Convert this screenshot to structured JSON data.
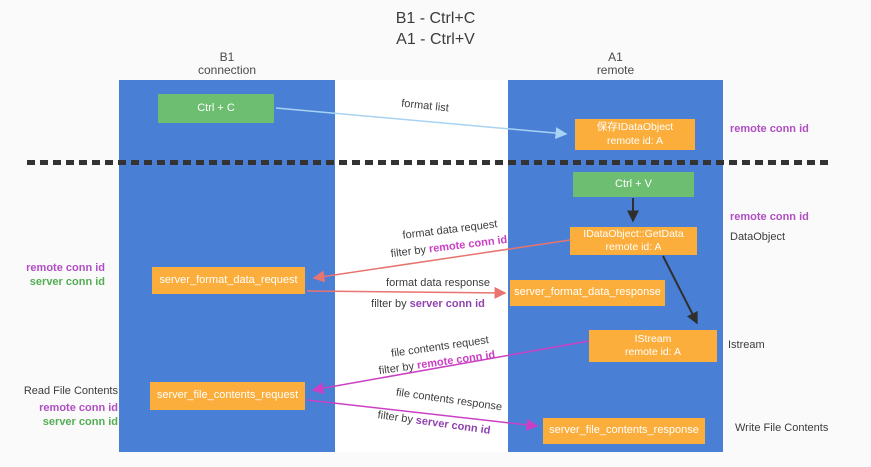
{
  "title": {
    "line1": "B1 - Ctrl+C",
    "line2": "A1 - Ctrl+V"
  },
  "lanes": {
    "left": {
      "label_line1": "B1",
      "label_line2": "connection"
    },
    "right": {
      "label_line1": "A1",
      "label_line2": "remote"
    }
  },
  "boxes": {
    "ctrl_c": {
      "label": "Ctrl + C"
    },
    "save_dataobject": {
      "line1": "保存IDataObject",
      "line2": "remote id: A"
    },
    "ctrl_v": {
      "label": "Ctrl + V"
    },
    "getdata": {
      "line1": "IDataObject::GetData",
      "line2": "remote id: A"
    },
    "server_format_data_request": {
      "label": "server_format_data_request"
    },
    "server_format_data_response": {
      "label": "server_format_data_response"
    },
    "istream": {
      "line1": "IStream",
      "line2": "remote id: A"
    },
    "server_file_contents_request": {
      "label": "server_file_contents_request"
    },
    "server_file_contents_response": {
      "label": "server_file_contents_response"
    }
  },
  "flow_labels": {
    "format_list": "format list",
    "format_data_request": "format data request",
    "filter_by_remote_1": {
      "prefix": "filter by ",
      "highlight": "remote conn id"
    },
    "format_data_response": "format data response",
    "filter_by_server_1": {
      "prefix": "filter by ",
      "highlight": "server conn id"
    },
    "file_contents_request": "file contents request",
    "filter_by_remote_2": {
      "prefix": "filter by ",
      "highlight": "remote conn id"
    },
    "file_contents_response": "file contents response",
    "filter_by_server_2": {
      "prefix": "filter by ",
      "highlight": "server conn id"
    }
  },
  "side_labels": {
    "right_top_remote_conn_id": "remote conn id",
    "right_mid_remote_conn_id": "remote conn id",
    "dataobject": "DataObject",
    "istream": "Istream",
    "write_file_contents": "Write File Contents",
    "left_remote_conn_id_1": "remote conn id",
    "left_server_conn_id_1": "server conn id",
    "read_file_contents": "Read File Contents",
    "left_remote_conn_id_2": "remote conn id",
    "left_server_conn_id_2": "server conn id"
  },
  "colors": {
    "lane-blue": "#4a7fd6",
    "box-green": "#6ebe72",
    "box-orange": "#fbae3b",
    "arrow-blue": "#a8d3f2",
    "arrow-red": "#e87470",
    "arrow-magenta": "#ca40c4",
    "arrow-black": "#2f2f2f",
    "label-purple": "#b04fc4",
    "label-magenta": "#cb3fc5",
    "label-violet": "#8f44ad",
    "label-green": "#54ae54",
    "text-dark": "#3c3c3c",
    "canvas-bg": "#fafafa",
    "mid-bg": "#ffffff"
  }
}
